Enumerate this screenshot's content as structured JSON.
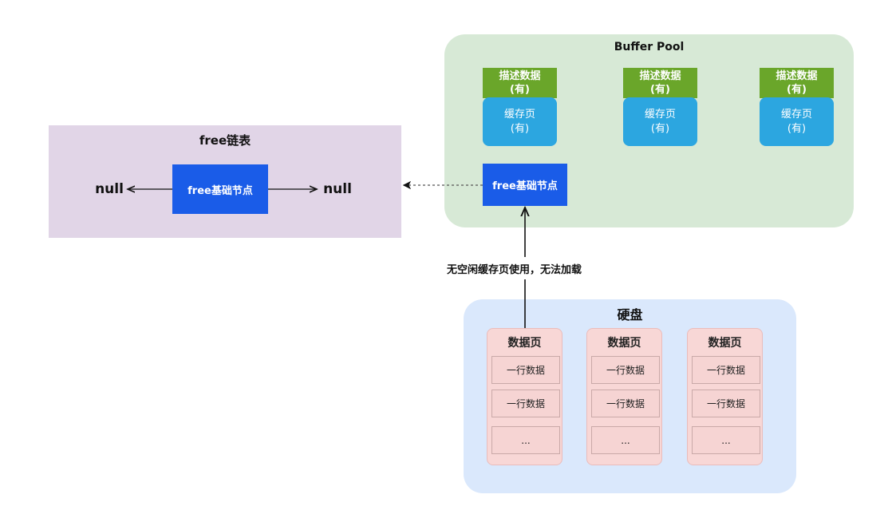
{
  "free_list": {
    "title": "free链表",
    "node_label": "free基础节点",
    "null_left": "null",
    "null_right": "null"
  },
  "buffer_pool": {
    "title": "Buffer Pool",
    "pages": [
      {
        "descriptor": "描述数据",
        "descriptor_state": "(有)",
        "cache": "缓存页",
        "cache_state": "(有)"
      },
      {
        "descriptor": "描述数据",
        "descriptor_state": "(有)",
        "cache": "缓存页",
        "cache_state": "(有)"
      },
      {
        "descriptor": "描述数据",
        "descriptor_state": "(有)",
        "cache": "缓存页",
        "cache_state": "(有)"
      }
    ],
    "free_node_label": "free基础节点"
  },
  "caption": "无空闲缓存页使用，无法加载",
  "disk": {
    "title": "硬盘",
    "pages": [
      {
        "title": "数据页",
        "rows": [
          "一行数据",
          "一行数据",
          "..."
        ]
      },
      {
        "title": "数据页",
        "rows": [
          "一行数据",
          "一行数据",
          "..."
        ]
      },
      {
        "title": "数据页",
        "rows": [
          "一行数据",
          "一行数据",
          "..."
        ]
      }
    ]
  },
  "colors": {
    "free_list_bg": "#e1d5e7",
    "buffer_pool_bg": "#d5e8d4",
    "disk_bg": "#dae8fc",
    "node_blue": "#1a5ce8",
    "descriptor_green": "#6aa62a",
    "cache_blue": "#2ca6e0",
    "data_page_pink": "#f8d7d6"
  }
}
